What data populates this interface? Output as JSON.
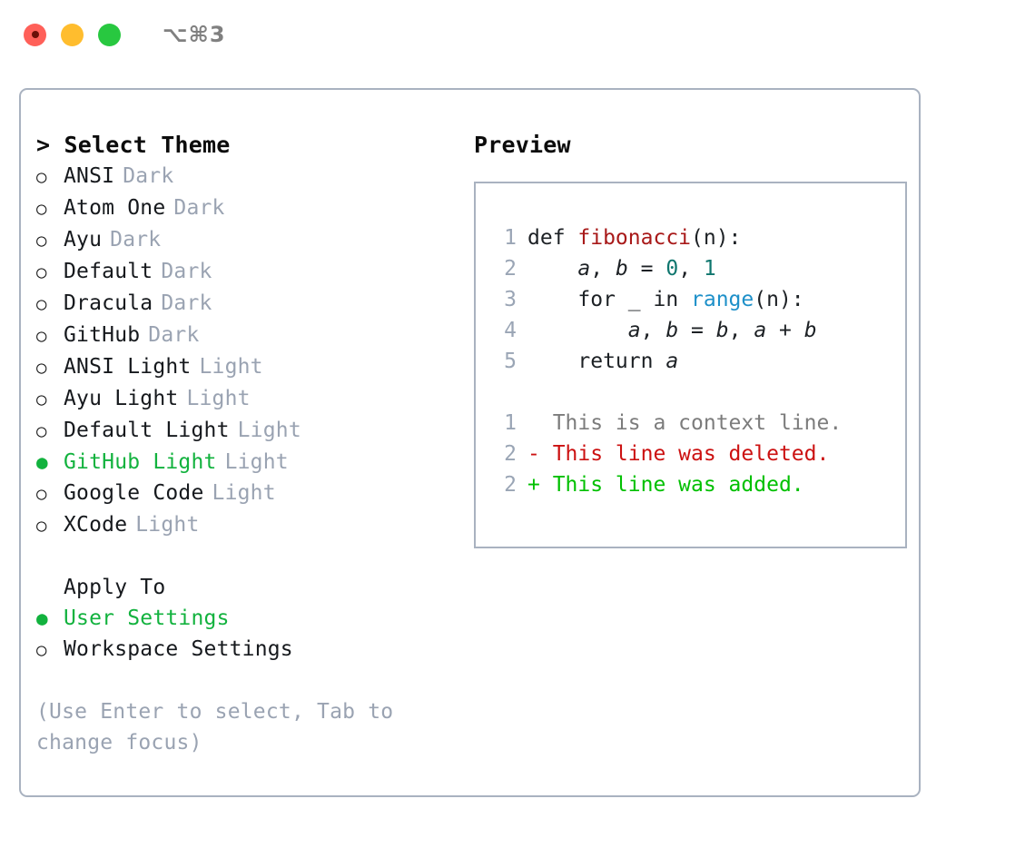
{
  "titlebar": {
    "shortcut": "⌥⌘3",
    "lights": [
      {
        "name": "close",
        "color": "#ff6059"
      },
      {
        "name": "minimize",
        "color": "#ffbd2e"
      },
      {
        "name": "maximize",
        "color": "#28c840"
      }
    ]
  },
  "theme_picker": {
    "heading": "> Select Theme",
    "marker_unselected": "○",
    "marker_selected": "●",
    "items": [
      {
        "label": "ANSI",
        "variant": "Dark",
        "selected": false
      },
      {
        "label": "Atom One",
        "variant": "Dark",
        "selected": false
      },
      {
        "label": "Ayu",
        "variant": "Dark",
        "selected": false
      },
      {
        "label": "Default",
        "variant": "Dark",
        "selected": false
      },
      {
        "label": "Dracula",
        "variant": "Dark",
        "selected": false
      },
      {
        "label": "GitHub",
        "variant": "Dark",
        "selected": false
      },
      {
        "label": "ANSI Light",
        "variant": "Light",
        "selected": false
      },
      {
        "label": "Ayu Light",
        "variant": "Light",
        "selected": false
      },
      {
        "label": "Default Light",
        "variant": "Light",
        "selected": false
      },
      {
        "label": "GitHub Light",
        "variant": "Light",
        "selected": true
      },
      {
        "label": "Google Code",
        "variant": "Light",
        "selected": false
      },
      {
        "label": "XCode",
        "variant": "Light",
        "selected": false
      }
    ]
  },
  "apply_to": {
    "heading": "Apply To",
    "items": [
      {
        "label": "User Settings",
        "selected": true
      },
      {
        "label": "Workspace Settings",
        "selected": false
      }
    ]
  },
  "hint": "(Use Enter to select, Tab to change focus)",
  "preview": {
    "heading": "Preview",
    "code_lines": [
      {
        "no": "1",
        "segments": [
          {
            "text": "def ",
            "style": "plain"
          },
          {
            "text": "fibonacci",
            "style": "fn"
          },
          {
            "text": "(n):",
            "style": "plain"
          }
        ]
      },
      {
        "no": "2",
        "segments": [
          {
            "text": "    ",
            "style": "plain"
          },
          {
            "text": "a",
            "style": "ident"
          },
          {
            "text": ", ",
            "style": "plain"
          },
          {
            "text": "b",
            "style": "ident"
          },
          {
            "text": " = ",
            "style": "plain"
          },
          {
            "text": "0",
            "style": "num"
          },
          {
            "text": ", ",
            "style": "plain"
          },
          {
            "text": "1",
            "style": "num"
          }
        ]
      },
      {
        "no": "3",
        "segments": [
          {
            "text": "    for _ in ",
            "style": "plain"
          },
          {
            "text": "range",
            "style": "call"
          },
          {
            "text": "(n):",
            "style": "plain"
          }
        ]
      },
      {
        "no": "4",
        "segments": [
          {
            "text": "        ",
            "style": "plain"
          },
          {
            "text": "a",
            "style": "ident"
          },
          {
            "text": ", ",
            "style": "plain"
          },
          {
            "text": "b",
            "style": "ident"
          },
          {
            "text": " = ",
            "style": "plain"
          },
          {
            "text": "b",
            "style": "ident"
          },
          {
            "text": ", ",
            "style": "plain"
          },
          {
            "text": "a",
            "style": "ident"
          },
          {
            "text": " + ",
            "style": "plain"
          },
          {
            "text": "b",
            "style": "ident"
          }
        ]
      },
      {
        "no": "5",
        "segments": [
          {
            "text": "    return ",
            "style": "plain"
          },
          {
            "text": "a",
            "style": "ident"
          }
        ]
      }
    ],
    "diff_lines": [
      {
        "no": "1",
        "text": "  This is a context line.",
        "kind": "context"
      },
      {
        "no": "2",
        "text": "- This line was deleted.",
        "kind": "deleted"
      },
      {
        "no": "2",
        "text": "+ This line was added.",
        "kind": "added"
      }
    ]
  },
  "colors": {
    "accent_green": "#12b23e",
    "diff_add": "#00c000",
    "diff_del": "#cc1111",
    "muted": "#9aa3b2",
    "border": "#a9b2c0",
    "fn": "#a81919",
    "num": "#0f766e",
    "call": "#1e90c9"
  }
}
